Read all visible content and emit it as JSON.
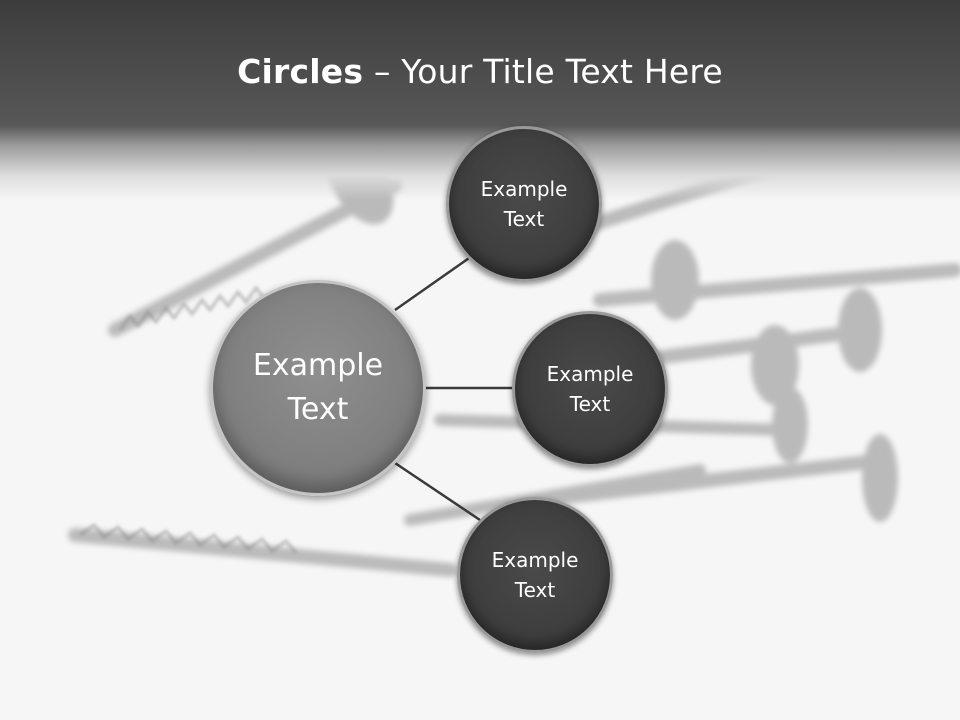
{
  "title": {
    "bold": "Circles",
    "rest": " – Your Title Text Here"
  },
  "center": {
    "label": "Example Text"
  },
  "nodes": [
    {
      "label": "Example Text"
    },
    {
      "label": "Example Text"
    },
    {
      "label": "Example Text"
    }
  ],
  "colors": {
    "header": "#4a4a4a",
    "center_fill": "#838383",
    "node_fill": "#3f3f3f",
    "connector": "#3a3a3a",
    "text": "#ffffff"
  },
  "background_image": "blurred-screws-photo"
}
